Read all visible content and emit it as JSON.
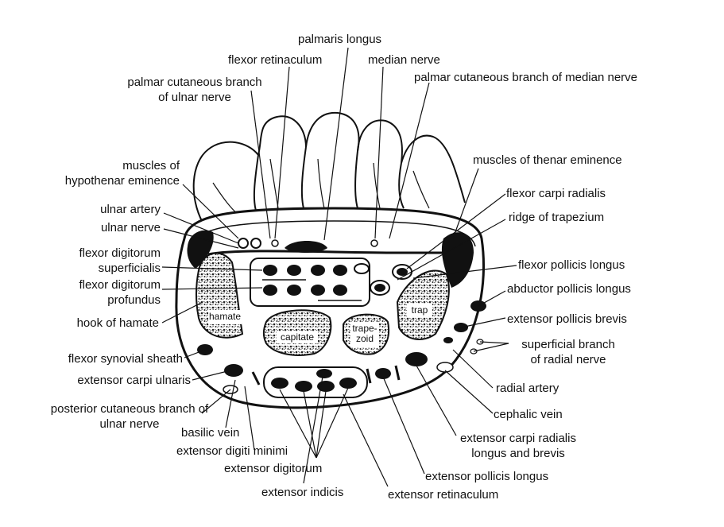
{
  "labels": {
    "palmaris_longus": "palmaris longus",
    "flexor_retinaculum": "flexor retinaculum",
    "median_nerve": "median nerve",
    "palmar_cutaneous_ulnar_1": "palmar cutaneous branch",
    "palmar_cutaneous_ulnar_2": "of ulnar nerve",
    "palmar_cutaneous_median": "palmar cutaneous branch of median nerve",
    "hypothenar_1": "muscles of",
    "hypothenar_2": "hypothenar eminence",
    "thenar": "muscles of thenar eminence",
    "ulnar_artery": "ulnar artery",
    "ulnar_nerve": "ulnar nerve",
    "fds_1": "flexor digitorum",
    "fds_2": "superficialis",
    "fdp_1": "flexor digitorum",
    "fdp_2": "profundus",
    "hook_of_hamate": "hook of hamate",
    "flexor_synovial_sheath": "flexor synovial sheath",
    "extensor_carpi_ulnaris": "extensor carpi ulnaris",
    "posterior_cutaneous_1": "posterior cutaneous branch of",
    "posterior_cutaneous_2": "ulnar nerve",
    "basilic_vein": "basilic vein",
    "extensor_digiti_minimi": "extensor digiti minimi",
    "extensor_digitorum": "extensor digitorum",
    "extensor_indicis": "extensor indicis",
    "extensor_retinaculum": "extensor retinaculum",
    "extensor_pollicis_longus": "extensor pollicis longus",
    "ecr_1": "extensor carpi radialis",
    "ecr_2": "longus and brevis",
    "cephalic_vein": "cephalic vein",
    "radial_artery": "radial artery",
    "superficial_radial_1": "superficial branch",
    "superficial_radial_2": "of radial nerve",
    "extensor_pollicis_brevis": "extensor pollicis brevis",
    "abductor_pollicis_longus": "abductor pollicis longus",
    "flexor_pollicis_longus": "flexor pollicis longus",
    "ridge_of_trapezium": "ridge of trapezium",
    "flexor_carpi_radialis": "flexor carpi radialis"
  },
  "bones": {
    "hamate": "hamate",
    "capitate": "capitate",
    "trapezoid_1": "trape-",
    "trapezoid_2": "zoid",
    "trap": "trap"
  },
  "colors": {
    "ink": "#111111",
    "background": "#ffffff"
  }
}
